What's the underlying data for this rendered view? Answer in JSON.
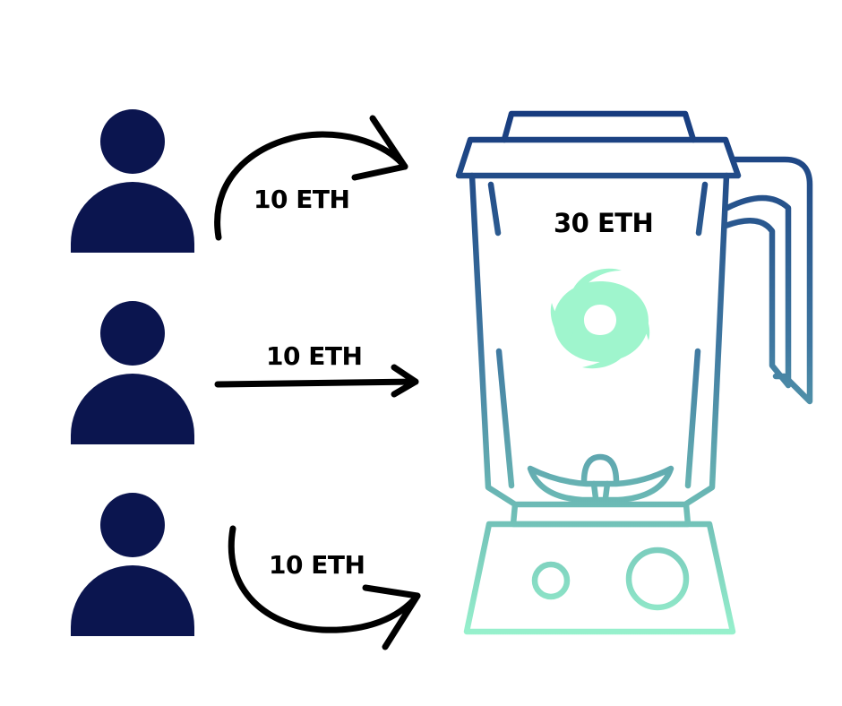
{
  "diagram": {
    "colors": {
      "person": "#0b154f",
      "arrow": "#000000",
      "blender_top": "#163a7e",
      "blender_bottom": "#98f2cd",
      "logo": "#9ff5cd",
      "text": "#000000"
    },
    "users": [
      {
        "icon": "person-icon",
        "deposit_label": "10 ETH"
      },
      {
        "icon": "person-icon",
        "deposit_label": "10 ETH"
      },
      {
        "icon": "person-icon",
        "deposit_label": "10 ETH"
      }
    ],
    "mixer": {
      "icon": "blender-icon",
      "logo_icon": "cyclone-logo-icon",
      "total_label": "30 ETH"
    }
  }
}
